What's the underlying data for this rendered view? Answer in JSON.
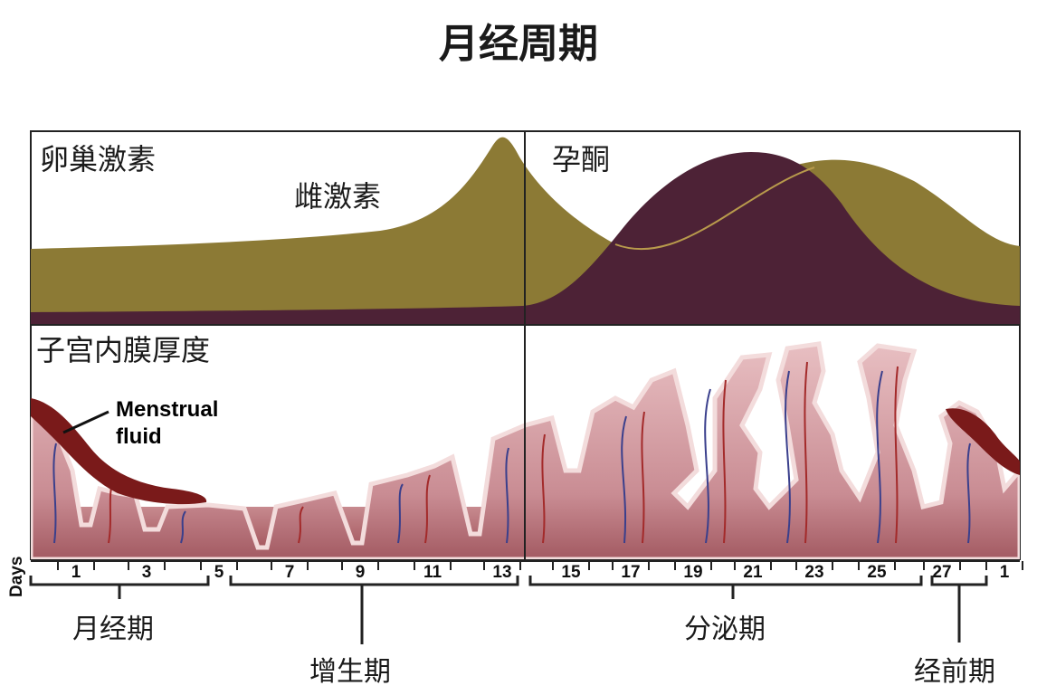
{
  "title": "月经周期",
  "hormone_panel": {
    "heading": "卵巢激素",
    "estrogen_label": "雌激素",
    "progesterone_label": "孕酮"
  },
  "endometrium_panel": {
    "heading": "子宫内膜厚度",
    "fluid_label_line1": "Menstrual",
    "fluid_label_line2": "fluid"
  },
  "day_axis": {
    "label": "Days",
    "ticks": [
      "1",
      "3",
      "5",
      "7",
      "9",
      "11",
      "13",
      "15",
      "17",
      "19",
      "21",
      "23",
      "25",
      "27",
      "1"
    ]
  },
  "phases": {
    "menstrual": "月经期",
    "proliferative": "增生期",
    "secretory": "分泌期",
    "premenstrual": "经前期"
  },
  "colors": {
    "estrogen": "#8c7a35",
    "progesterone": "#4d2236",
    "tissue": "#d9a7ab",
    "tissue_edge": "#f3dcdc",
    "blood": "#7a1a1a",
    "vessel_red": "#a32a2a",
    "vessel_blue": "#3a3f8c"
  }
}
